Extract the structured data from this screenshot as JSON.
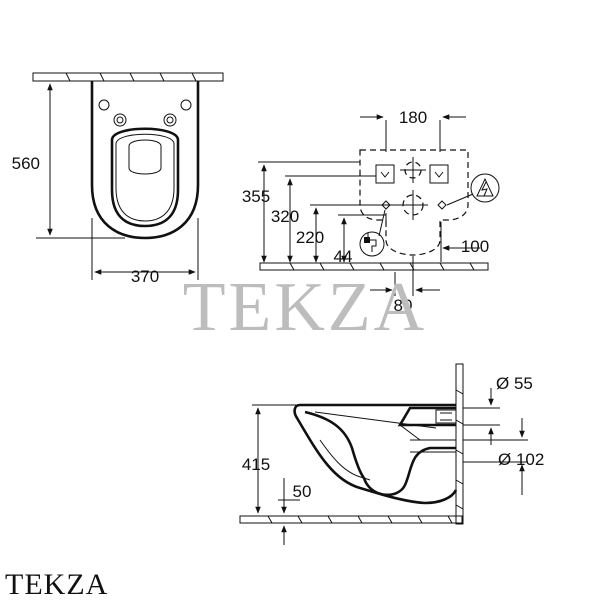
{
  "diagram": {
    "dimensions": {
      "height_top": "560",
      "width_top": "370",
      "d180": "180",
      "d355": "355",
      "d320": "320",
      "d220": "220",
      "d44": "44",
      "d100": "100",
      "d80": "80",
      "d55": "Ø 55",
      "d102": "Ø 102",
      "d415": "415",
      "d50": "50"
    },
    "watermark": "TEKZA",
    "logo": "TEKZA"
  }
}
